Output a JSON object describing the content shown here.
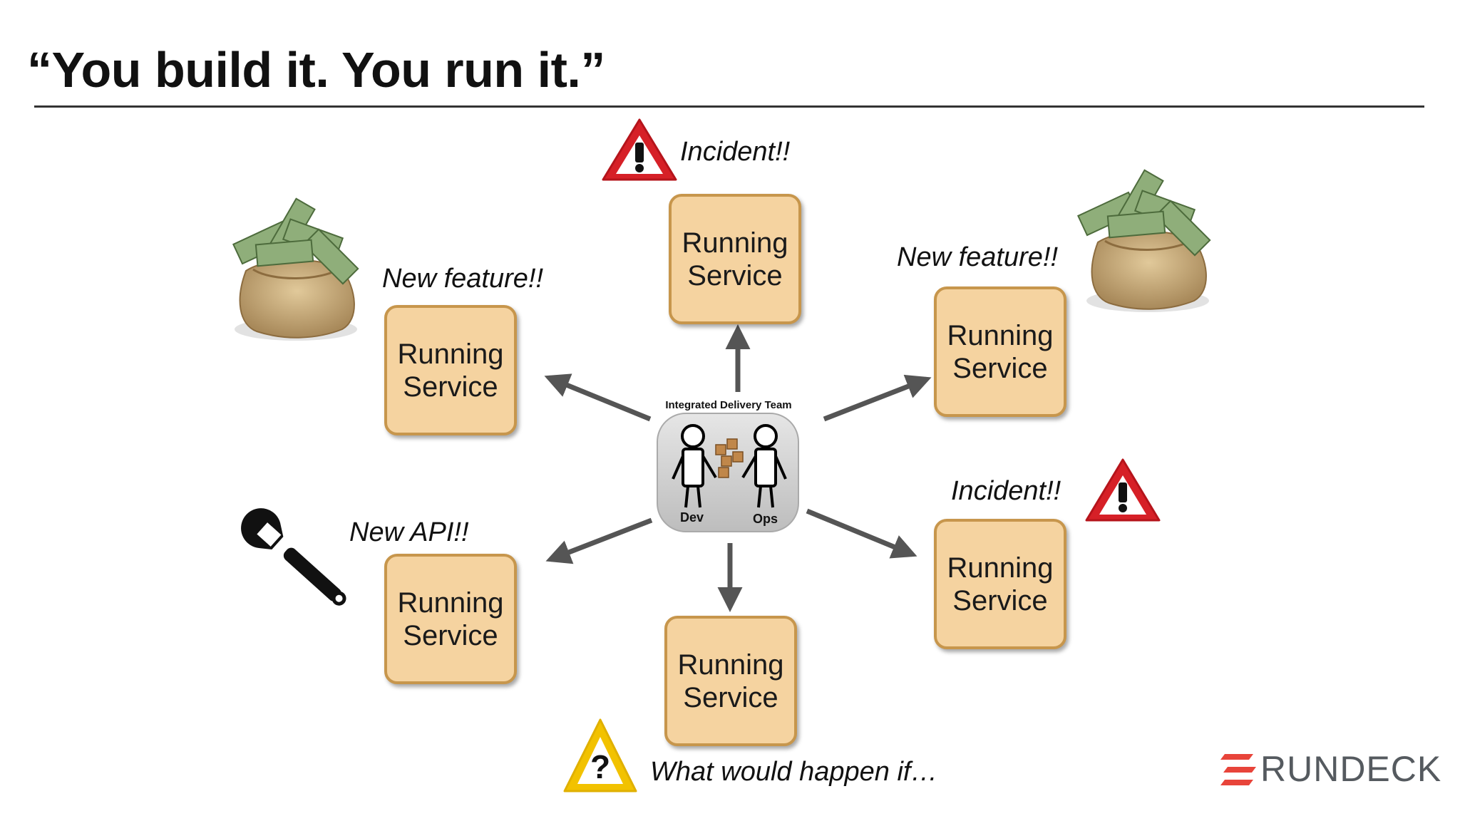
{
  "slide": {
    "title": "“You build it. You run it.”"
  },
  "center": {
    "team_label": "Integrated Delivery Team",
    "dev_label": "Dev",
    "ops_label": "Ops"
  },
  "services": [
    {
      "name": "Running Service",
      "line1": "Running",
      "line2": "Service",
      "event": "Incident!!",
      "icon": "warning-triangle-red-icon"
    },
    {
      "name": "Running Service",
      "line1": "Running",
      "line2": "Service",
      "event": "New feature!!",
      "icon": "money-bag-icon"
    },
    {
      "name": "Running Service",
      "line1": "Running",
      "line2": "Service",
      "event": "New feature!!",
      "icon": "money-bag-icon"
    },
    {
      "name": "Running Service",
      "line1": "Running",
      "line2": "Service",
      "event": "Incident!!",
      "icon": "warning-triangle-red-icon"
    },
    {
      "name": "Running Service",
      "line1": "Running",
      "line2": "Service",
      "event": "New API!!",
      "icon": "wrench-icon"
    },
    {
      "name": "Running Service",
      "line1": "Running",
      "line2": "Service",
      "event": "What would happen if…",
      "icon": "question-triangle-yellow-icon"
    }
  ],
  "logo": {
    "text": "RUNDECK"
  },
  "colors": {
    "box_fill": "#f5d3a0",
    "box_border": "#c7964c",
    "arrow": "#555555",
    "incident_red": "#d62027",
    "question_yellow": "#f2c200",
    "logo_red": "#e8443a",
    "logo_gray": "#555a5f"
  }
}
